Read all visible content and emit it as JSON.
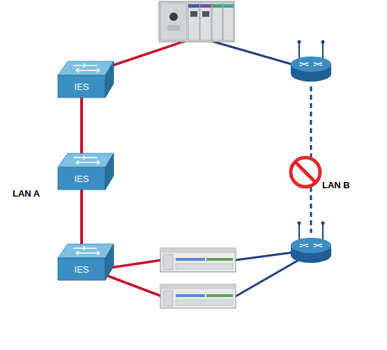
{
  "diagram": {
    "nodes": [
      {
        "text": [
          "IES"
        ]
      },
      {
        "text": [
          "IES"
        ]
      },
      {
        "text": [
          "IES"
        ]
      }
    ],
    "edges": [
      {
        "from": 0,
        "to": 1,
        "arrow": "none"
      },
      {
        "from": 1,
        "to": 2,
        "arrow": "none"
      }
    ],
    "labels": [
      "LAN A",
      "LAN B"
    ]
  }
}
